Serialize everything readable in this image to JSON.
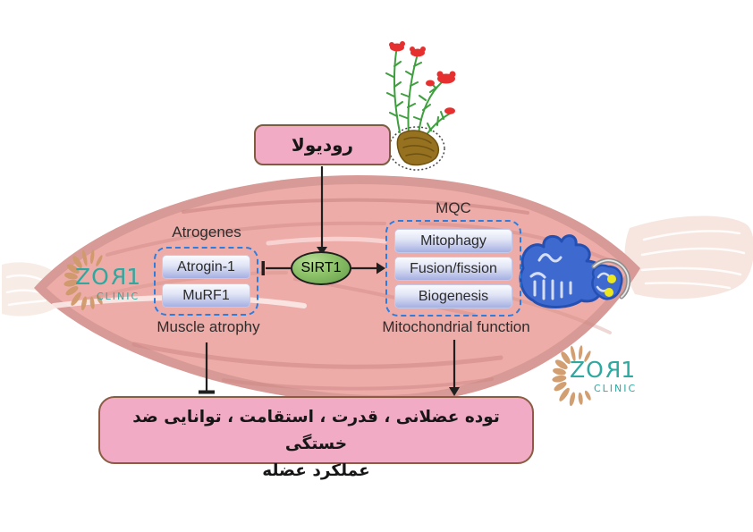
{
  "intervention": {
    "label": "رودیولا"
  },
  "hub": {
    "label": "SIRT1"
  },
  "atrogenes_panel": {
    "title": "Atrogenes",
    "items": [
      "Atrogin-1",
      "MuRF1"
    ],
    "caption": "Muscle atrophy"
  },
  "mqc_panel": {
    "title": "MQC",
    "items": [
      "Mitophagy",
      "Fusion/fission",
      "Biogenesis"
    ],
    "caption": "Mitochondrial function"
  },
  "outcome": {
    "line1": "توده عضلانی ، قدرت ، استقامت ، توانایی ضد خستگی",
    "line2": "عملکرد عضله"
  },
  "watermark": {
    "letters": [
      "Z",
      "O",
      "R",
      "1"
    ],
    "subtitle": "CLINIC"
  },
  "icons": {
    "plant": "rhodiola-plant-with-root",
    "muscle": "skeletal-muscle",
    "mitochondria": "mitochondria",
    "arrows": "activation-arrow",
    "tbars": "inhibition-bar",
    "watermark_rays": "sunburst"
  },
  "colors": {
    "muscle_body": "#eeaca8",
    "muscle_rim": "#d89a96",
    "tendon": "#f8ece6",
    "box_pink": "#f1abc5",
    "box_border_brown": "#7d5d40",
    "dashed_blue": "#2b7de0",
    "pill_blue": "#a6b0e2",
    "sirt1_green": "#8cc168",
    "mito_blue": "#3e6ad0",
    "mito_yellow": "#ece71f",
    "logo_teal": "#2fa8a0",
    "logo_tan": "#cf9a6b",
    "flower_red": "#e63030",
    "arrow_dark": "#1f1f1f"
  }
}
